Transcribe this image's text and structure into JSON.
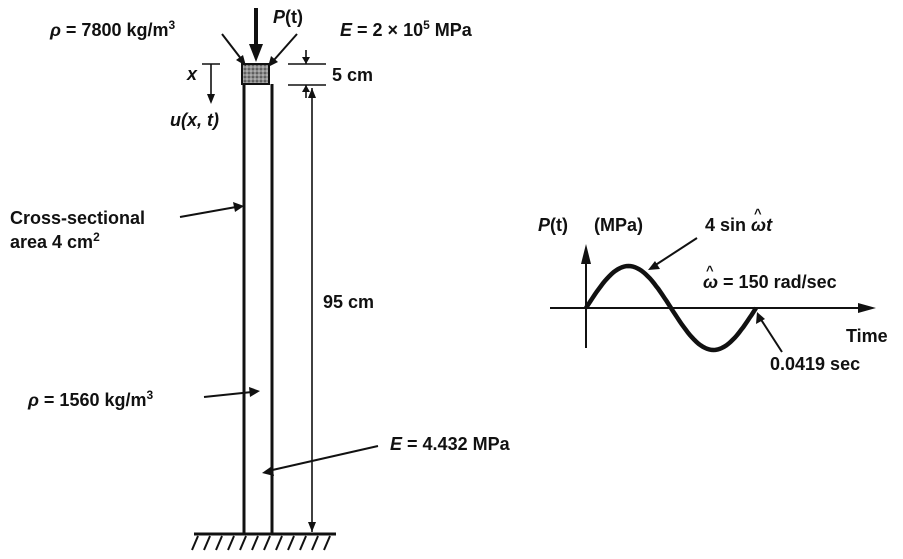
{
  "top_mass": {
    "density_symbol": "ρ",
    "density_value": "= 7800 kg/m",
    "density_exp": "3",
    "modulus_symbol": "E",
    "modulus_value": "= 2 × 10",
    "modulus_exp": "5",
    "modulus_unit": " MPa",
    "length": "5 cm"
  },
  "load": {
    "label_fn": "P",
    "label_arg": "(t)"
  },
  "coordinate": {
    "x_label": "x",
    "u_label": "u(x, t)"
  },
  "rod": {
    "area_line1": "Cross-sectional",
    "area_line2": "area 4 cm",
    "area_exp": "2",
    "length": "95 cm",
    "density_symbol": "ρ",
    "density_value": "= 1560 kg/m",
    "density_exp": "3",
    "modulus_symbol": "E",
    "modulus_value": "= 4.432 MPa"
  },
  "load_graph": {
    "y_label_fn": "P",
    "y_label_arg": "(t)",
    "y_unit": "(MPa)",
    "curve_label_prefix": "4 sin ",
    "curve_label_var": "ω",
    "curve_label_suffix": "t",
    "omega_var": "ω",
    "omega_value": "= 150 rad/sec",
    "x_label": "Time",
    "period_label": "0.0419 sec",
    "amplitude": 4,
    "omega_rad_per_sec": 150,
    "end_time_sec": 0.0419
  },
  "colors": {
    "ink": "#111111",
    "mass_fill": "#9a9a9a",
    "background": "#ffffff"
  }
}
